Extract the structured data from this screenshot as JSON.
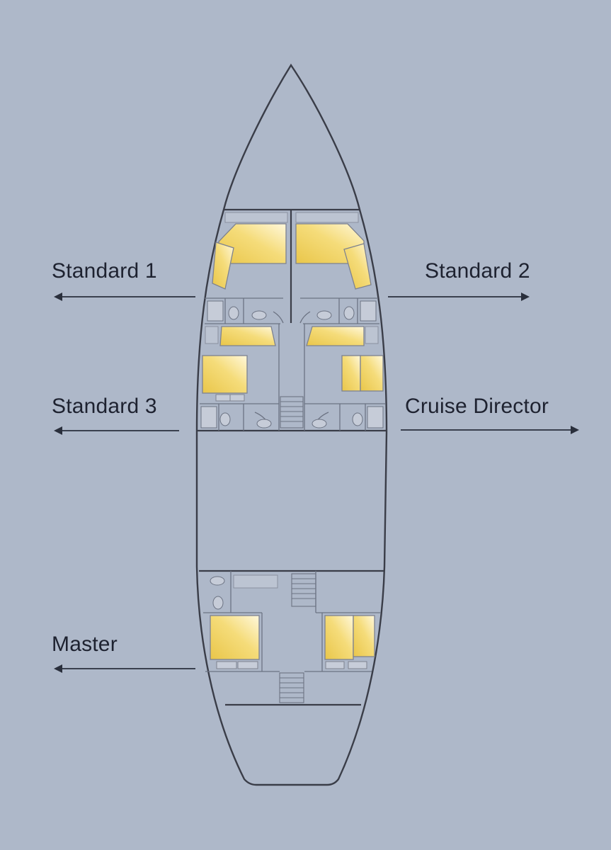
{
  "diagram": {
    "colors": {
      "background": "#aeb8c9",
      "hull_outline": "#3a3d48",
      "interior_lines": "#6c7383",
      "berth_highlight": "#f2d66a",
      "berth_glow": "#fff7d6",
      "arrow": "#2a2f3c",
      "label_text": "#1e2230"
    },
    "cabins": [
      {
        "id": "standard-1",
        "label": "Standard 1",
        "arrow": "left"
      },
      {
        "id": "standard-2",
        "label": "Standard 2",
        "arrow": "right"
      },
      {
        "id": "standard-3",
        "label": "Standard 3",
        "arrow": "left"
      },
      {
        "id": "cruise-director",
        "label": "Cruise Director",
        "arrow": "right"
      },
      {
        "id": "master",
        "label": "Master",
        "arrow": "left"
      }
    ]
  }
}
